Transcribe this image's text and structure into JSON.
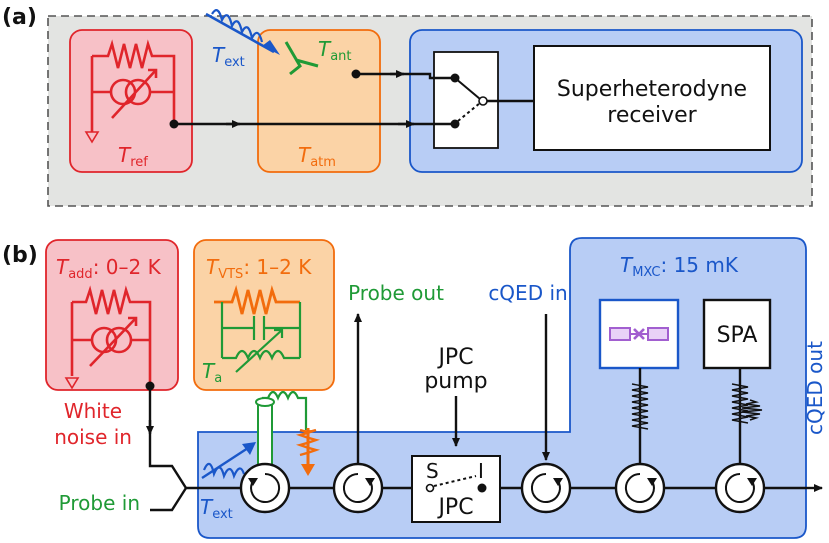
{
  "panel_a": {
    "label": "(a)",
    "t_ext": {
      "main": "T",
      "sub": "ext"
    },
    "t_ant": {
      "main": "T",
      "sub": "ant"
    },
    "t_ref": {
      "main": "T",
      "sub": "ref"
    },
    "t_atm": {
      "main": "T",
      "sub": "atm"
    },
    "receiver_line1": "Superheterodyne",
    "receiver_line2": "receiver"
  },
  "panel_b": {
    "label": "(b)",
    "t_add": {
      "main": "T",
      "sub": "add",
      "value": ": 0–2 K"
    },
    "t_vts": {
      "main": "T",
      "sub": "VTS",
      "value": ": 1–2 K"
    },
    "t_mxc": {
      "main": "T",
      "sub": "MXC",
      "value": ": 15 mK"
    },
    "t_a": {
      "main": "T",
      "sub": "a"
    },
    "t_ext": {
      "main": "T",
      "sub": "ext"
    },
    "white_noise_line1": "White",
    "white_noise_line2": "noise in",
    "probe_in": "Probe in",
    "probe_out": "Probe out",
    "cqed_in": "cQED in",
    "cqed_out": "cQED out",
    "jpc_pump_line1": "JPC",
    "jpc_pump_line2": "pump",
    "jpc": "JPC",
    "jpc_s": "S",
    "jpc_i": "I",
    "spa": "SPA"
  },
  "colors": {
    "red": "#e0252b",
    "red_fill": "#f7c1c7",
    "orange": "#f26c0d",
    "orange_fill": "#fbd3a6",
    "blue": "#1a57c9",
    "blue_fill": "#b8cdf5",
    "green": "#1f9a36",
    "purple": "#a25fd0",
    "gray_fill": "#e3e4e2"
  }
}
